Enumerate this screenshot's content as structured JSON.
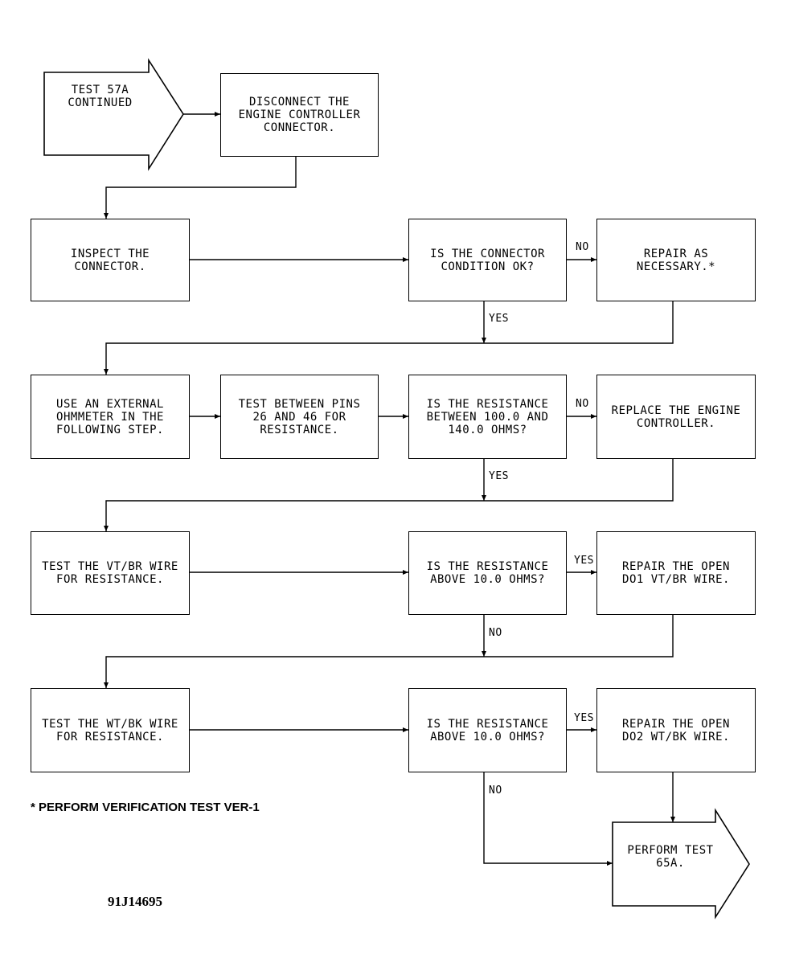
{
  "start": {
    "text": "TEST 57A\nCONTINUED"
  },
  "steps": {
    "disconnect": "DISCONNECT THE\nENGINE CONTROLLER\nCONNECTOR.",
    "inspect": "INSPECT THE\nCONNECTOR.",
    "q_connector": "IS THE CONNECTOR\nCONDITION OK?",
    "repair_necessary": "REPAIR AS\nNECESSARY.*",
    "use_ohmmeter": "USE AN EXTERNAL\nOHMMETER IN THE\nFOLLOWING STEP.",
    "test_pins": "TEST BETWEEN PINS\n26 AND 46 FOR\nRESISTANCE.",
    "q_resistance_range": "IS THE RESISTANCE\nBETWEEN 100.0 AND\n140.0 OHMS?",
    "replace_controller": "REPLACE THE ENGINE\nCONTROLLER.",
    "test_vt_br": "TEST THE VT/BR WIRE\nFOR RESISTANCE.",
    "q_above_1": "IS THE RESISTANCE\nABOVE 10.0 OHMS?",
    "repair_vt_br": "REPAIR THE OPEN\nDO1 VT/BR WIRE.",
    "test_wt_bk": "TEST THE WT/BK WIRE\nFOR RESISTANCE.",
    "q_above_2": "IS THE RESISTANCE\nABOVE 10.0 OHMS?",
    "repair_wt_bk": "REPAIR THE OPEN\nDO2 WT/BK WIRE."
  },
  "end": {
    "text": "PERFORM TEST\n65A."
  },
  "labels": {
    "yes": "YES",
    "no": "NO"
  },
  "footnote": "* PERFORM VERIFICATION TEST VER-1",
  "figure_code": "91J14695"
}
